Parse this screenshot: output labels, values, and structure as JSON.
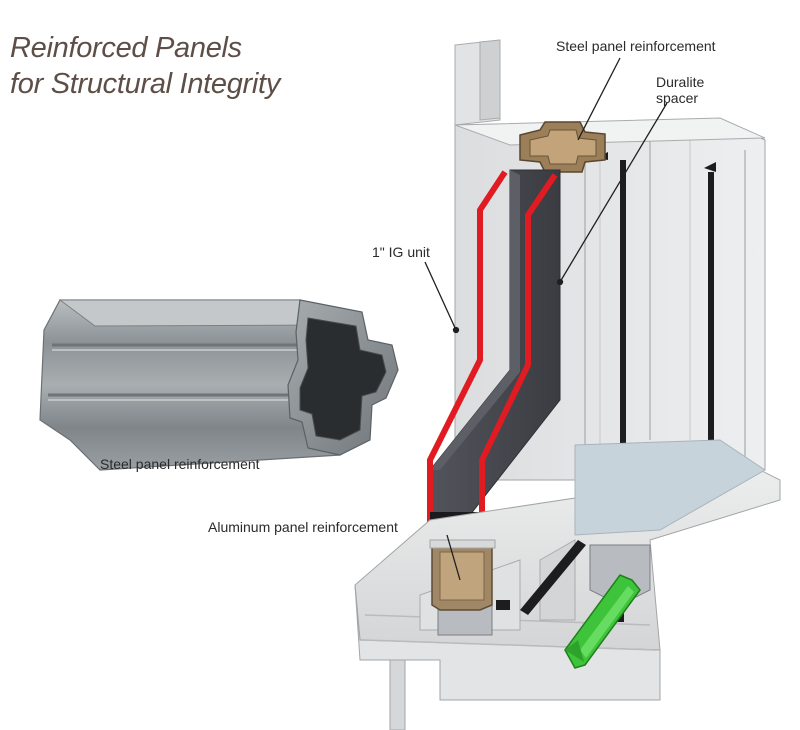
{
  "title": {
    "line1": "Reinforced Panels",
    "line2": "for Structural Integrity"
  },
  "callouts": {
    "steel_top": "Steel panel reinforcement",
    "duralite_line1": "Duralite",
    "duralite_line2": "spacer",
    "ig_unit": "1ʺ IG unit",
    "steel_left": "Steel panel reinforcement",
    "aluminum": "Aluminum panel reinforcement"
  },
  "colors": {
    "title": "#5d4f47",
    "frame_light": "#e6e7e7",
    "frame_mid": "#d2d3d4",
    "frame_dark": "#b3b5b7",
    "glass_outline": "#e01b22",
    "spacer_dark": "#3e4047",
    "steel": "#8f9599",
    "aluminum": "#a08866",
    "green_part": "#3ec43a"
  }
}
